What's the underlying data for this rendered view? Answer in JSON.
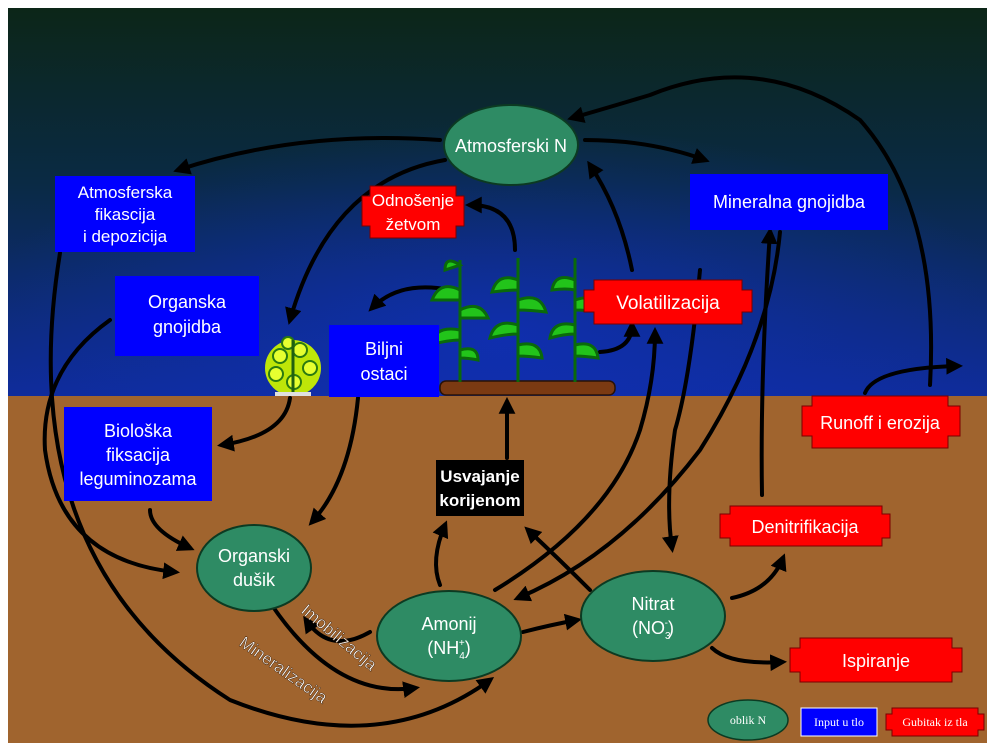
{
  "nodes": {
    "atmospheric_n": "Atmosferski N",
    "organic_n_line1": "Organski",
    "organic_n_line2": "dušik",
    "ammonium_line1": "Amonij",
    "ammonium_line2": "(NH",
    "ammonium_sub": "4",
    "ammonium_sup": "+",
    "ammonium_close": ")",
    "nitrate_line1": "Nitrat",
    "nitrate_line2": "(NO",
    "nitrate_sub": "3",
    "nitrate_sup": "-",
    "nitrate_close": ")"
  },
  "inputs": {
    "atm_fixation_line1": "Atmosferska",
    "atm_fixation_line2": "fikascija",
    "atm_fixation_line3": "i depozicija",
    "organic_fert_line1": "Organska",
    "organic_fert_line2": "gnojidba",
    "bio_fixation_line1": "Biološka",
    "bio_fixation_line2": "fiksacija",
    "bio_fixation_line3": "leguminozama",
    "plant_residue_line1": "Biljni",
    "plant_residue_line2": "ostaci",
    "mineral_fert": "Mineralna gnojidba"
  },
  "losses": {
    "harvest_line1": "Odnošenje",
    "harvest_line2": "žetvom",
    "volatilization": "Volatilizacija",
    "runoff": "Runoff i erozija",
    "denitrification": "Denitrifikacija",
    "leaching": "Ispiranje"
  },
  "processes": {
    "root_uptake_line1": "Usvajanje",
    "root_uptake_line2": "korijenom",
    "immobilization": "Imobilizacija",
    "mineralization": "Mineralizacija"
  },
  "legend": {
    "form": "oblik N",
    "input": "Input u tlo",
    "loss": "Gubitak iz tla"
  },
  "colors": {
    "node_green": "#2e8b64",
    "input_blue": "#0000ff",
    "loss_red": "#ff0000",
    "soil": "#a0642e",
    "sky_top": "#0c2a18",
    "sky_bottom": "#102a8c"
  }
}
